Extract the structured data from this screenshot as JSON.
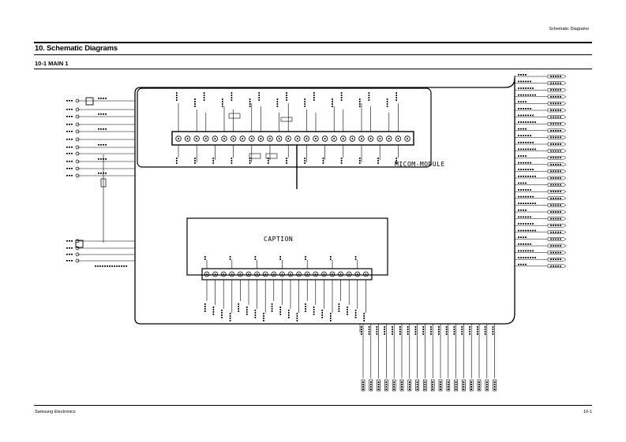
{
  "page": {
    "header_label": "Schematic Diagrams",
    "section_title": "10. Schematic Diagrams",
    "subsection_title": "10-1 MAIN 1",
    "footer_left": "Samsung Electronics",
    "footer_right": "10-1"
  },
  "diagram": {
    "micom_label": "MICOM-MODULE",
    "caption_label": "CAPTION"
  }
}
